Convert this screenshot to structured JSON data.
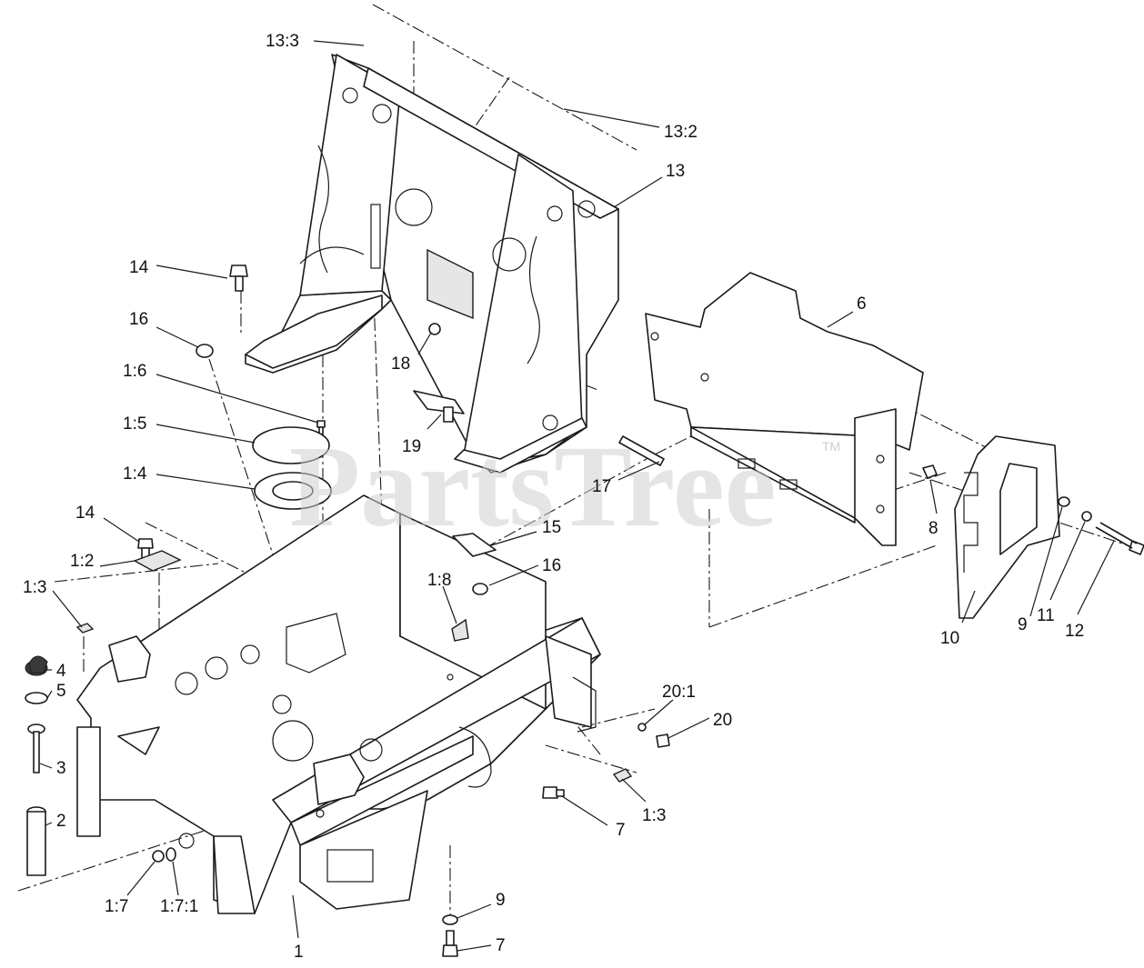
{
  "watermark": {
    "text": "PartsTree",
    "trademark": "TM"
  },
  "callouts": [
    {
      "id": "c-13-3",
      "text": "13:3"
    },
    {
      "id": "c-13-2",
      "text": "13:2"
    },
    {
      "id": "c-13",
      "text": "13"
    },
    {
      "id": "c-14a",
      "text": "14"
    },
    {
      "id": "c-16a",
      "text": "16"
    },
    {
      "id": "c-18",
      "text": "18"
    },
    {
      "id": "c-1-6",
      "text": "1:6"
    },
    {
      "id": "c-1-5",
      "text": "1:5"
    },
    {
      "id": "c-1-4",
      "text": "1:4"
    },
    {
      "id": "c-19",
      "text": "19"
    },
    {
      "id": "c-6",
      "text": "6"
    },
    {
      "id": "c-17",
      "text": "17"
    },
    {
      "id": "c-14b",
      "text": "14"
    },
    {
      "id": "c-15",
      "text": "15"
    },
    {
      "id": "c-16b",
      "text": "16"
    },
    {
      "id": "c-1-2",
      "text": "1:2"
    },
    {
      "id": "c-1-3a",
      "text": "1:3"
    },
    {
      "id": "c-1-8",
      "text": "1:8"
    },
    {
      "id": "c-8",
      "text": "8"
    },
    {
      "id": "c-9a",
      "text": "9"
    },
    {
      "id": "c-11",
      "text": "11"
    },
    {
      "id": "c-12",
      "text": "12"
    },
    {
      "id": "c-10",
      "text": "10"
    },
    {
      "id": "c-4",
      "text": "4"
    },
    {
      "id": "c-5",
      "text": "5"
    },
    {
      "id": "c-3",
      "text": "3"
    },
    {
      "id": "c-2",
      "text": "2"
    },
    {
      "id": "c-20-1",
      "text": "20:1"
    },
    {
      "id": "c-20",
      "text": "20"
    },
    {
      "id": "c-7a",
      "text": "7"
    },
    {
      "id": "c-1-3b",
      "text": "1:3"
    },
    {
      "id": "c-1-7",
      "text": "1:7"
    },
    {
      "id": "c-1-7-1",
      "text": "1:7:1"
    },
    {
      "id": "c-1",
      "text": "1"
    },
    {
      "id": "c-9b",
      "text": "9"
    },
    {
      "id": "c-7b",
      "text": "7"
    }
  ]
}
